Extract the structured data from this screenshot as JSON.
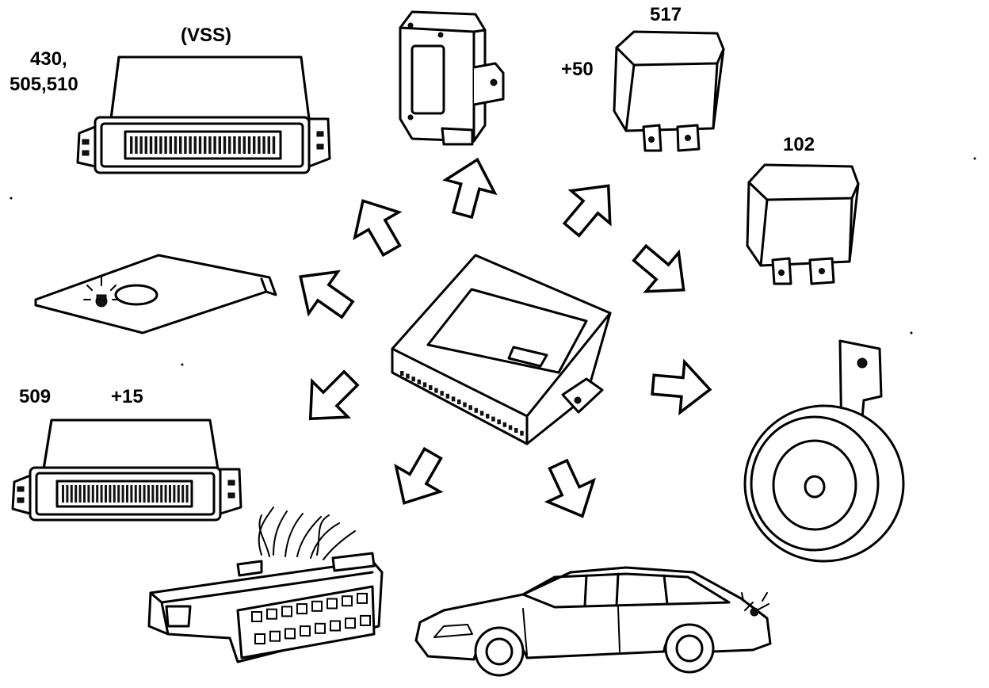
{
  "labels": {
    "ecu_top_codes_line1": "430,",
    "ecu_top_codes_line2": "505,510",
    "ecu_top_signal": "(VSS)",
    "relay_a_number": "517",
    "relay_a_terminal": "+50",
    "relay_b_number": "102",
    "ecu_bottom_code": "509",
    "ecu_bottom_terminal": "+15"
  },
  "icons": [
    "central-control-module",
    "engine-ecu-vss",
    "control-unit-bracket",
    "relay-517",
    "relay-102",
    "warning-lamp-panel",
    "ecu-509",
    "horn",
    "diagnostic-connector",
    "car",
    "arrow-icon"
  ]
}
